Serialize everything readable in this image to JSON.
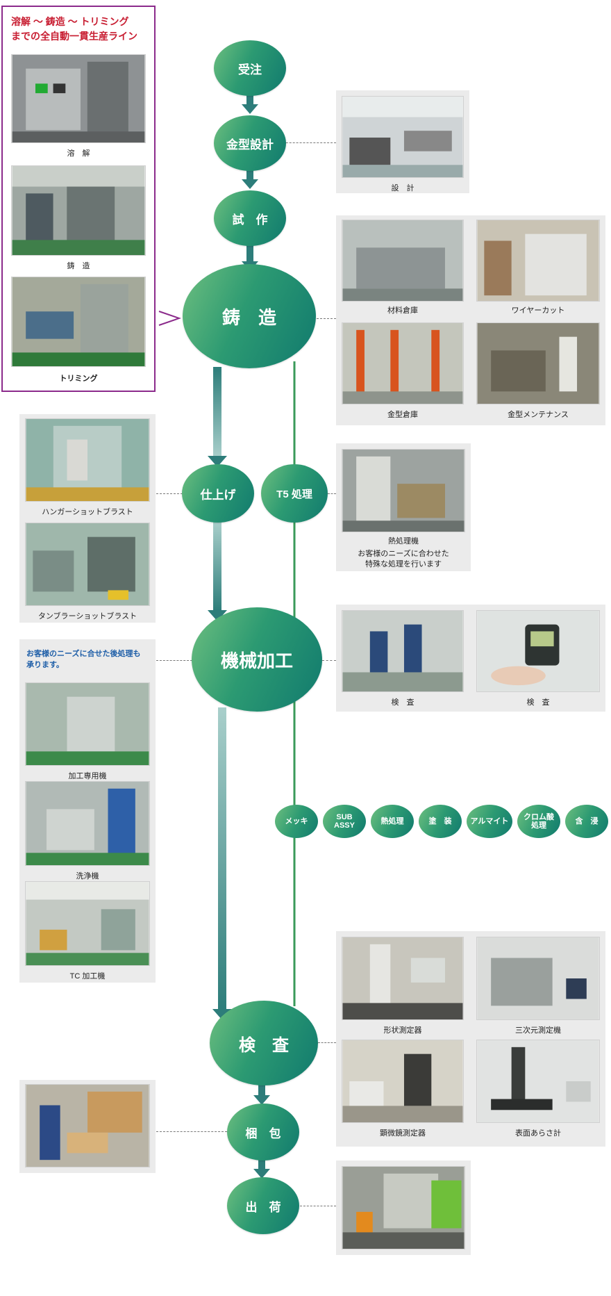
{
  "flow": {
    "order": "受注",
    "mold_design": "金型設計",
    "prototype": "試　作",
    "casting": "鋳　造",
    "finishing": "仕上げ",
    "t5": "T5 処理",
    "machining": "機械加工",
    "inspection": "検　査",
    "packing": "梱　包",
    "shipping": "出　荷"
  },
  "auto_line": {
    "title_line1": "溶解 〜 鋳造 〜 トリミング",
    "title_line2": "までの全自動一貫生産ライン",
    "captions": [
      "溶　解",
      "鋳　造",
      "トリミング"
    ]
  },
  "design_panel": {
    "captions": [
      "設　計"
    ]
  },
  "casting_panel": {
    "captions": [
      "材料倉庫",
      "ワイヤーカット",
      "金型倉庫",
      "金型メンテナンス"
    ]
  },
  "finishing_panel": {
    "captions": [
      "ハンガーショットブラスト",
      "タンブラーショットブラスト"
    ]
  },
  "t5_panel": {
    "caption": "熱処理機",
    "note_line1": "お客様のニーズに合わせた",
    "note_line2": "特殊な処理を行います"
  },
  "machining_check_panel": {
    "captions": [
      "検　査",
      "検　査"
    ]
  },
  "machining_left_panel": {
    "note_line1": "お客様のニーズに合せた後処理も",
    "note_line2": "承ります。",
    "captions": [
      "加工専用機",
      "洗浄機",
      "TC 加工機"
    ]
  },
  "post_process": [
    "メッキ",
    "SUB\nASSY",
    "熱処理",
    "塗　装",
    "アルマイト",
    "クロム酸\n処理",
    "含　浸"
  ],
  "inspection_panel": {
    "captions": [
      "形状測定器",
      "三次元測定機",
      "顕微鏡測定器",
      "表面あらさ計"
    ]
  },
  "colors": {
    "node_light": "#6ebf7f",
    "node_dark": "#117a6e",
    "auto_line_border": "#8b2a8b",
    "title_red": "#c81e32",
    "note_blue": "#1f5fa8"
  }
}
